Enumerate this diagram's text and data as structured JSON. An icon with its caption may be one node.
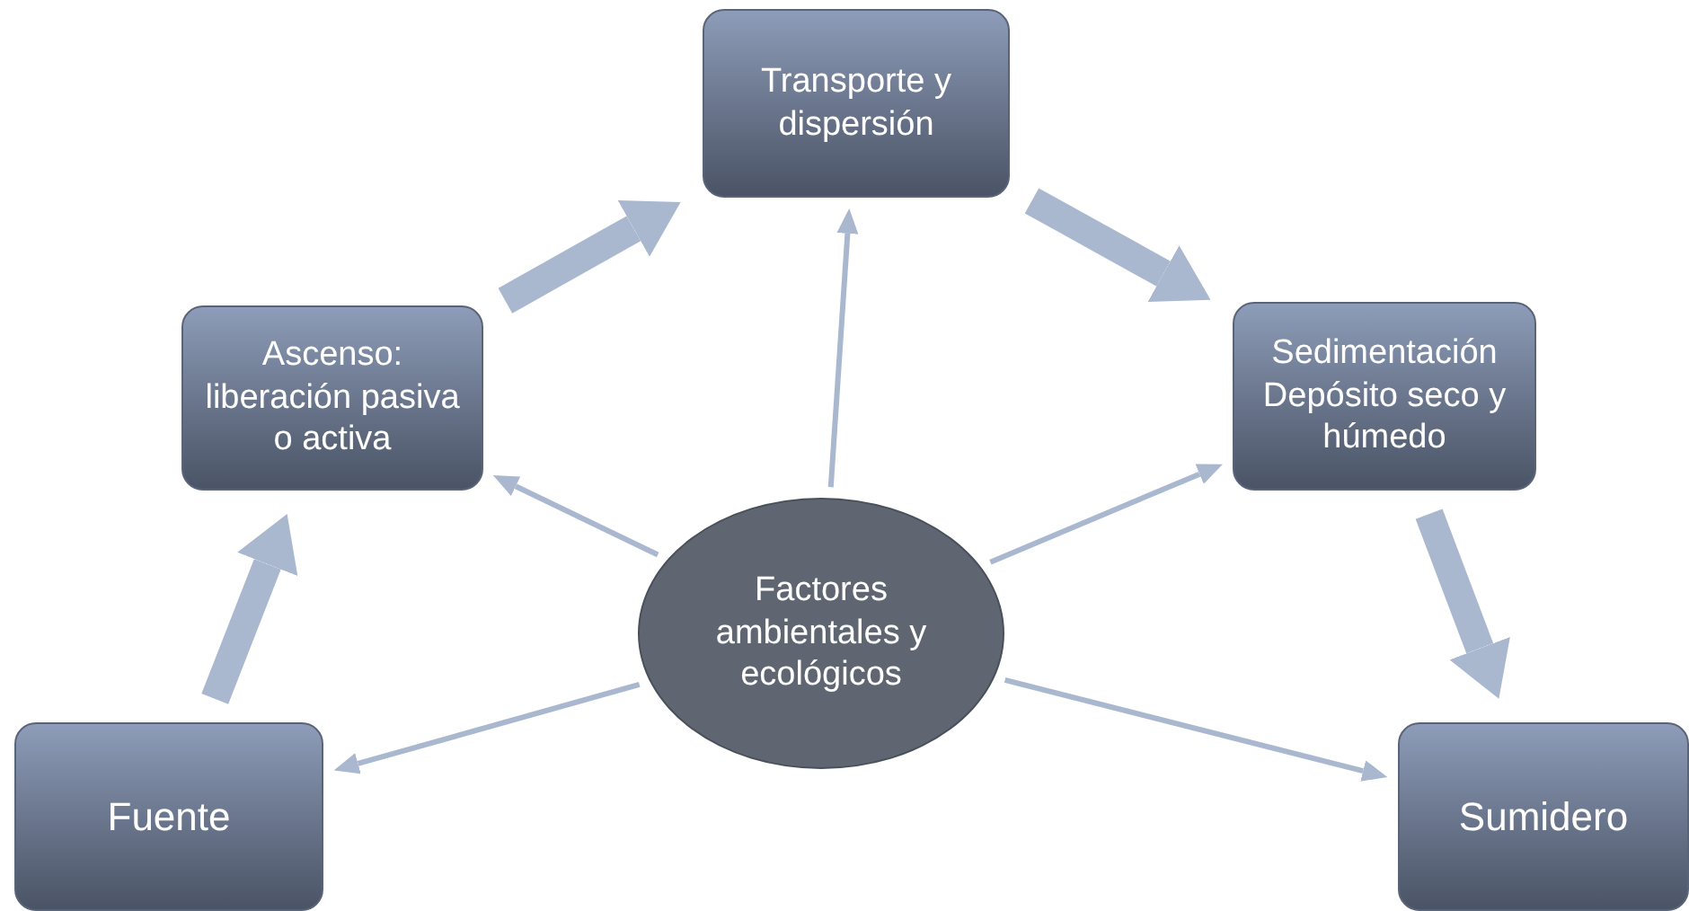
{
  "diagram": {
    "nodes": [
      {
        "text": [
          "Transporte y dispersión"
        ]
      },
      {
        "text": [
          "Ascenso: liberación pasiva o activa"
        ]
      },
      {
        "text": [
          "Sedimentación Depósito seco y húmedo"
        ]
      },
      {
        "text": [
          "Factores ambientales y ecológicos"
        ]
      },
      {
        "text": [
          "Fuente"
        ]
      },
      {
        "text": [
          "Sumidero"
        ]
      }
    ],
    "edges": [
      {
        "from": 4,
        "to": 1,
        "arrow": "to",
        "style": "thick"
      },
      {
        "from": 1,
        "to": 0,
        "arrow": "to",
        "style": "thick"
      },
      {
        "from": 0,
        "to": 2,
        "arrow": "to",
        "style": "thick"
      },
      {
        "from": 2,
        "to": 5,
        "arrow": "to",
        "style": "thick"
      },
      {
        "from": 3,
        "to": 0,
        "arrow": "to"
      },
      {
        "from": 3,
        "to": 1,
        "arrow": "to"
      },
      {
        "from": 3,
        "to": 2,
        "arrow": "to"
      },
      {
        "from": 3,
        "to": 4,
        "arrow": "to"
      },
      {
        "from": 3,
        "to": 5,
        "arrow": "to"
      }
    ]
  }
}
